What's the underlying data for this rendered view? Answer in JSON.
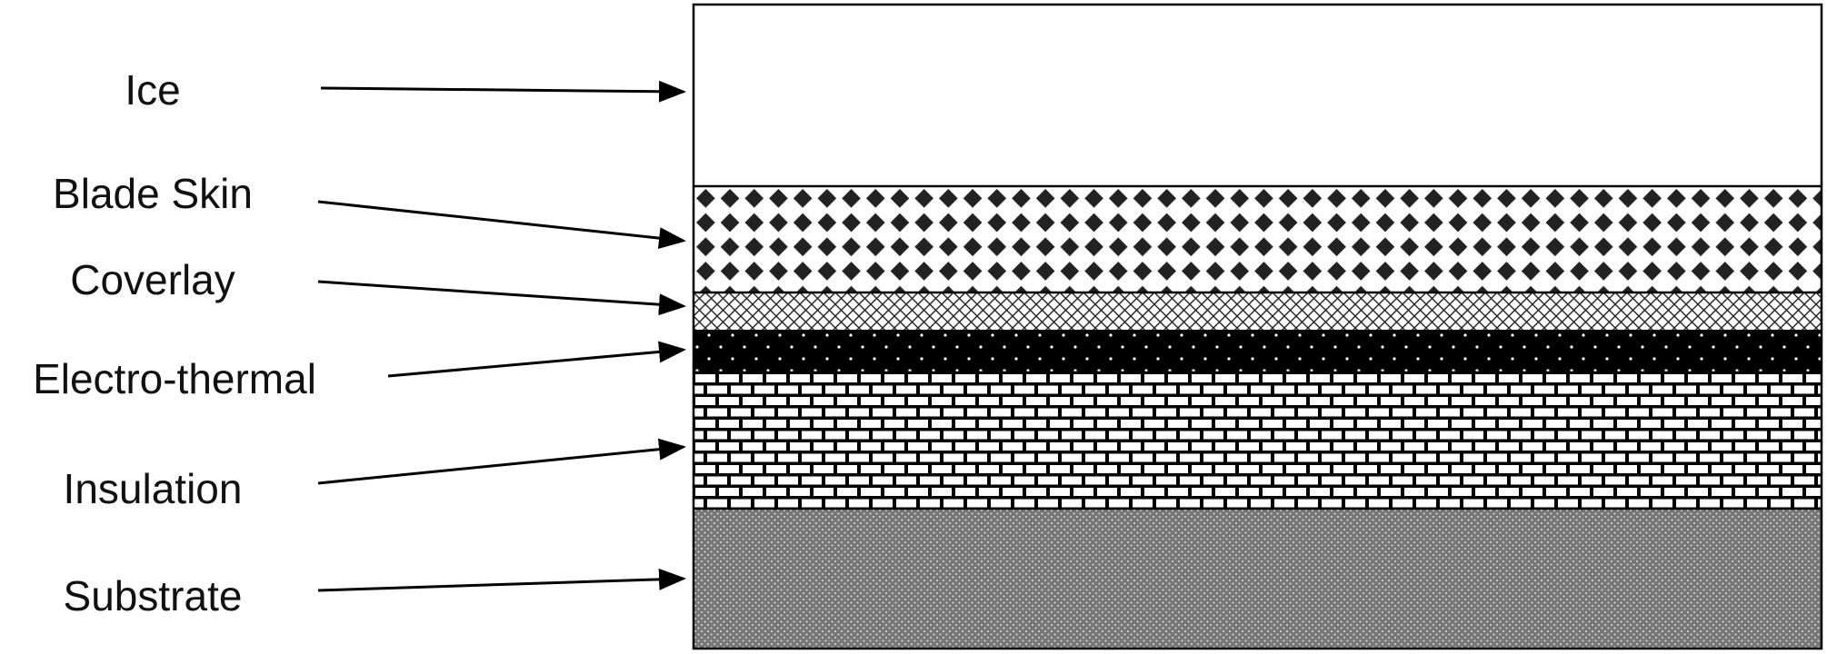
{
  "diagram": {
    "layers": [
      {
        "id": "ice",
        "label": "Ice",
        "pattern": "plain-white"
      },
      {
        "id": "blade-skin",
        "label": "Blade Skin",
        "pattern": "diamonds"
      },
      {
        "id": "coverlay",
        "label": "Coverlay",
        "pattern": "crosshatch"
      },
      {
        "id": "electro-thermal",
        "label": "Electro-thermal",
        "pattern": "dotted-black"
      },
      {
        "id": "insulation",
        "label": "Insulation",
        "pattern": "bricks"
      },
      {
        "id": "substrate",
        "label": "Substrate",
        "pattern": "dotted-gray"
      }
    ],
    "colors": {
      "stroke": "#000000",
      "substrate": "#777777"
    }
  }
}
